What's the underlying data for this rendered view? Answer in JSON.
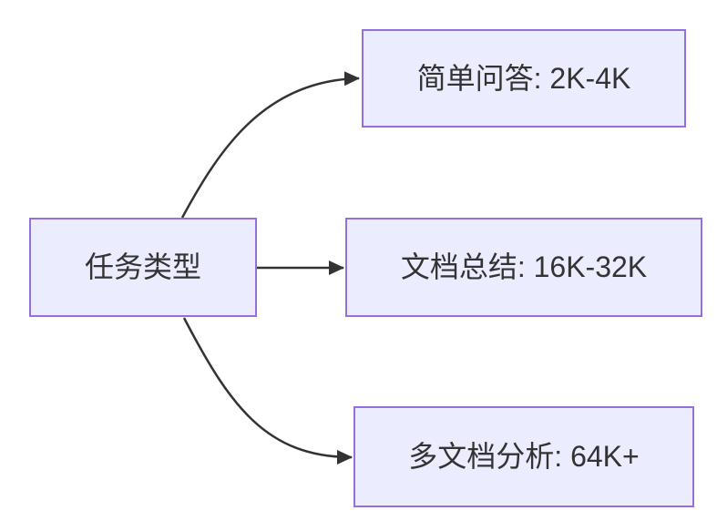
{
  "diagram": {
    "type": "flowchart",
    "direction": "left-to-right",
    "colors": {
      "background": "#ffffff",
      "node_fill": "#ECECFF",
      "node_border": "#9370DB",
      "edge_stroke": "#333333",
      "text": "#333333"
    },
    "nodes": {
      "root": {
        "label": "任务类型"
      },
      "qa": {
        "label": "简单问答: 2K-4K"
      },
      "summary": {
        "label": "文档总结: 16K-32K"
      },
      "multidoc": {
        "label": "多文档分析: 64K+"
      }
    },
    "edges": [
      {
        "from": "任务类型",
        "to": "简单问答: 2K-4K"
      },
      {
        "from": "任务类型",
        "to": "文档总结: 16K-32K"
      },
      {
        "from": "任务类型",
        "to": "多文档分析: 64K+"
      }
    ]
  }
}
